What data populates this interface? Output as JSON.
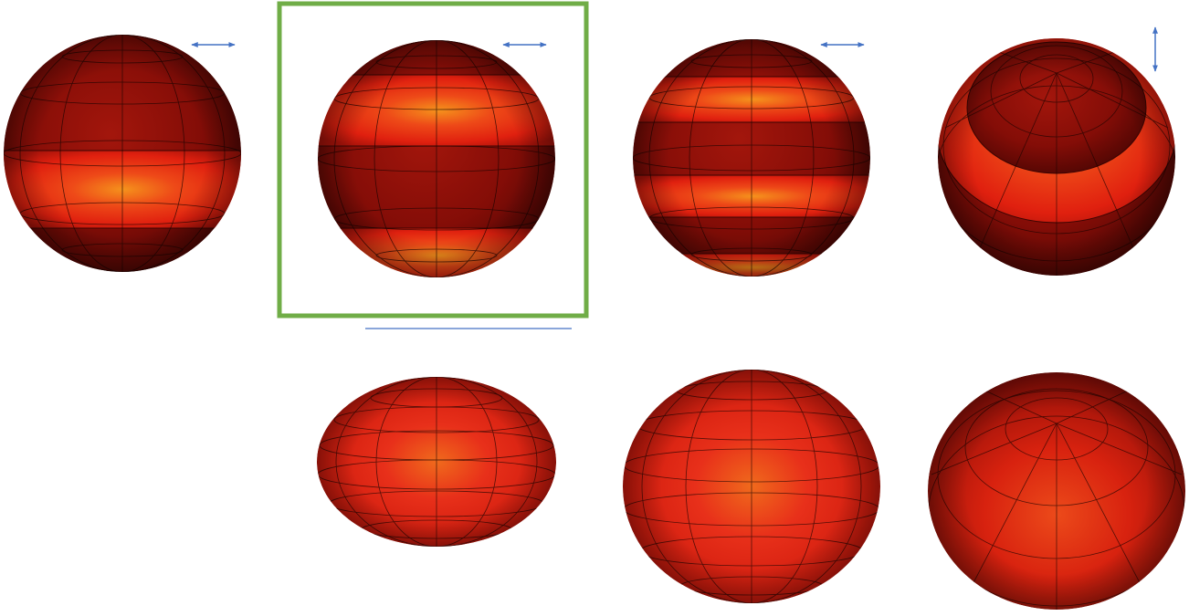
{
  "figure": {
    "colors": {
      "dark_band": "#8a0d08",
      "dark_band_edge": "#4a0503",
      "bright_center": "#f5921c",
      "bright_mid": "#ec2a16",
      "bright_edge": "#b5150b",
      "mesh_line": "#1a0402",
      "arrow": "#4472c4",
      "highlight_frame": "#70ad47",
      "separator_line": "#4472c4"
    },
    "top_row": [
      {
        "id": "sphere-1",
        "pattern": "single-equatorial-band",
        "arrow": "horizontal-double-arrow",
        "bright_bands": 1
      },
      {
        "id": "sphere-2",
        "pattern": "two-horizontal-bands",
        "arrow": "horizontal-double-arrow",
        "bright_bands": 2,
        "highlighted": true
      },
      {
        "id": "sphere-3",
        "pattern": "three-horizontal-bands",
        "arrow": "horizontal-double-arrow",
        "bright_bands": 3
      },
      {
        "id": "sphere-4",
        "pattern": "tilted-polar-ring",
        "arrow": "vertical-double-arrow",
        "bright_bands": 1
      }
    ],
    "bottom_row": [
      {
        "id": "spheroid-1",
        "shape": "oblate-spheroid",
        "view": "side"
      },
      {
        "id": "spheroid-2",
        "shape": "near-sphere",
        "view": "side"
      },
      {
        "id": "spheroid-3",
        "shape": "tilted-spheroid",
        "view": "top-tilted"
      }
    ]
  }
}
